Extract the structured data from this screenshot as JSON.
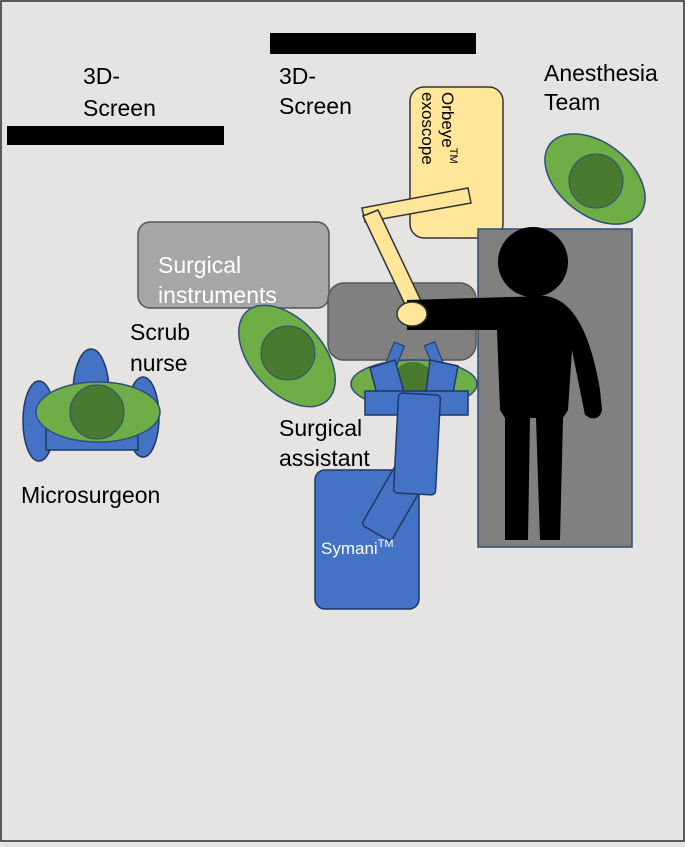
{
  "labels": {
    "screen_left_line1": "3D-",
    "screen_left_line2": "Screen",
    "screen_center_line1": "3D-",
    "screen_center_line2": "Screen",
    "anesthesia_line1": "Anesthesia",
    "anesthesia_line2": "Team",
    "exoscope_line1": "Orbeye",
    "exoscope_line1_sup": "TM",
    "exoscope_line2": "exoscope",
    "instruments_line1": "Surgical",
    "instruments_line2": "instruments",
    "scrub_line1": "Scrub",
    "scrub_line2": "nurse",
    "assistant_line1": "Surgical",
    "assistant_line2": "assistant",
    "microsurgeon": "Microsurgeon",
    "symani": "Symani",
    "symani_sup": "TM"
  },
  "colors": {
    "background": "#e6e3e3",
    "screen_bar": "#000000",
    "staff_green": "#6fad47",
    "staff_head": "#4a7a30",
    "chair_blue": "#4472c4",
    "robot_blue": "#4472c4",
    "exoscope_yellow": "#ffe699",
    "instrument_table": "#a6a6a6",
    "op_table": "#808080",
    "patient": "#000000"
  }
}
